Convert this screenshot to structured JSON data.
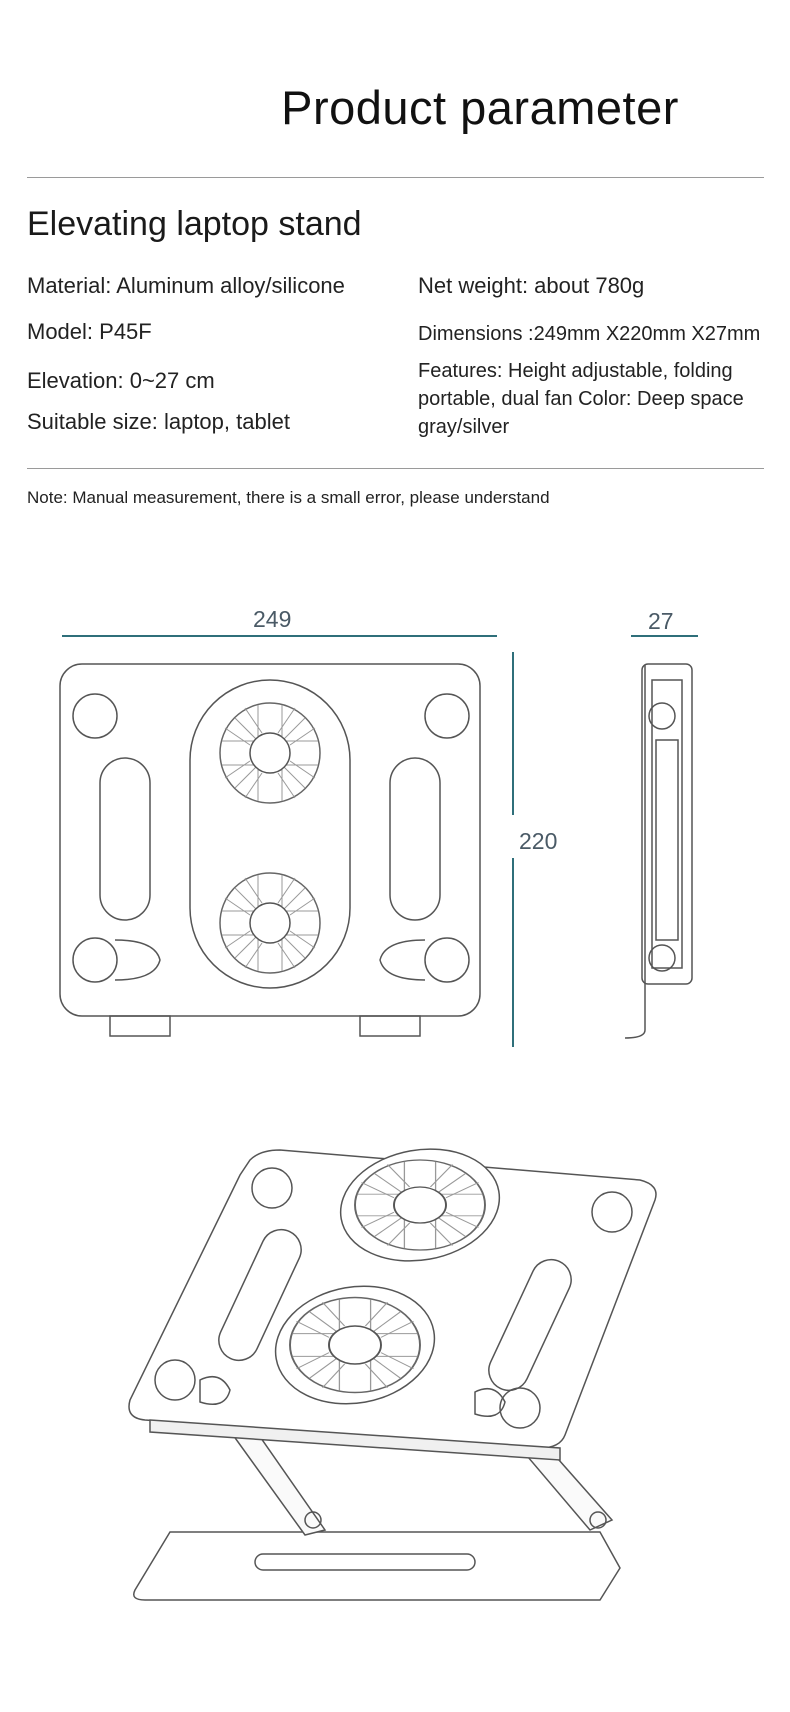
{
  "header": {
    "title": "Product parameter"
  },
  "product": {
    "name": "Elevating laptop stand"
  },
  "specs": {
    "material": "Material: Aluminum alloy/silicone",
    "net_weight": "Net weight: about 780g",
    "model": "Model: P45F",
    "dimensions": "Dimensions :249mm X220mm X27mm",
    "elevation": "Elevation: 0~27 cm",
    "features_line1": "Features: Height adjustable, folding",
    "features_line2": "portable, dual fan Color: Deep space",
    "features_line3": "gray/silver",
    "suitable_size": "Suitable size: laptop, tablet"
  },
  "note": "Note: Manual measurement, there is a small error, please understand",
  "dimensions_drawing": {
    "width_label": "249",
    "height_label": "220",
    "depth_label": "27",
    "accent_color": "#2f6f7a"
  },
  "icons": [
    "fan-icon",
    "laptop-stand-icon"
  ]
}
